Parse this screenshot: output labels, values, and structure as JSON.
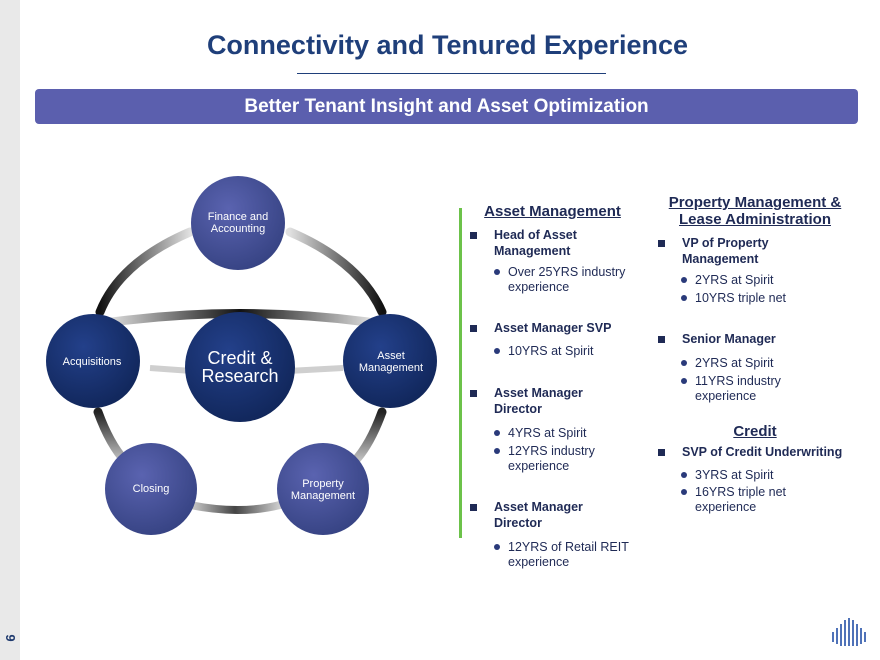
{
  "page_number": "9",
  "title": "Connectivity and Tenured Experience",
  "banner": "Better Tenant Insight and Asset Optimization",
  "diagram": {
    "center": [
      "Credit &",
      "Research"
    ],
    "nodes": {
      "finance": [
        "Finance and",
        "Accounting"
      ],
      "asset": [
        "Asset",
        "Management"
      ],
      "property": [
        "Property",
        "Management"
      ],
      "closing": [
        "Closing"
      ],
      "acquisitions": [
        "Acquisitions"
      ]
    }
  },
  "asset_management": {
    "heading": "Asset Management",
    "head_of": [
      "Head of Asset",
      "Management"
    ],
    "head_of_fact": [
      "Over 25YRS industry",
      "experience"
    ],
    "svp": "Asset Manager SVP",
    "svp_fact": "10YRS at Spirit",
    "director1": [
      "Asset Manager",
      "Director"
    ],
    "director1_facts": [
      "4YRS at Spirit",
      "12YRS industry",
      "experience"
    ],
    "director2": [
      "Asset Manager",
      "Director"
    ],
    "director2_fact": [
      "12YRS of Retail REIT",
      "experience"
    ]
  },
  "property_management": {
    "heading": [
      "Property Management &",
      "Lease Administration"
    ],
    "vp": [
      "VP of Property",
      "Management"
    ],
    "vp_facts": [
      "2YRS at Spirit",
      "10YRS triple net"
    ],
    "senior": "Senior Manager",
    "senior_facts": [
      "2YRS at Spirit",
      "11YRS industry",
      "experience"
    ]
  },
  "credit": {
    "heading": "Credit",
    "svp": "SVP of Credit Underwriting",
    "svp_facts": [
      "3YRS at Spirit",
      "16YRS triple net",
      "experience"
    ]
  },
  "colors": {
    "title": "#1f3f7a",
    "banner": "#5b5fae",
    "node_dark": "#1a2f6b",
    "node_light": "#5a60a8",
    "accent_green": "#6cc24a"
  }
}
